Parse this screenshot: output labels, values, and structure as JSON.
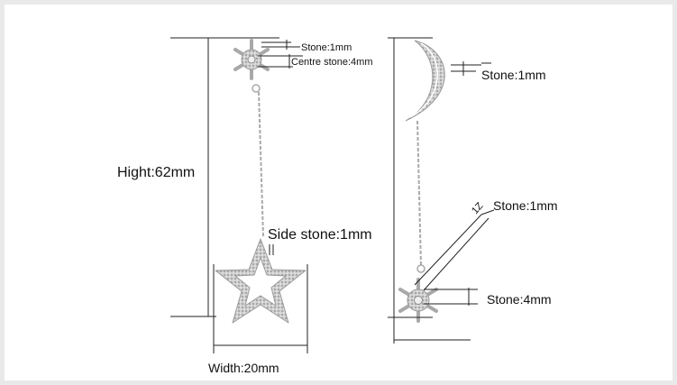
{
  "labels": {
    "stone_1mm_top": "Stone:1mm",
    "centre_stone": "Centre stone:4mm",
    "height": "Hight:62mm",
    "side_stone": "Side stone:1mm",
    "width": "Width:20mm",
    "moon_stone": "Stone:1mm",
    "diagonal_stone": "Stone:1mm",
    "bottom_stone": "Stone:4mm",
    "diag_mark": "1Z"
  },
  "colors": {
    "background": "#e9e9e9",
    "frame": "#ffffff",
    "silver": "#b9b9b9",
    "silver_dark": "#8d8d8d",
    "line": "#222222"
  }
}
